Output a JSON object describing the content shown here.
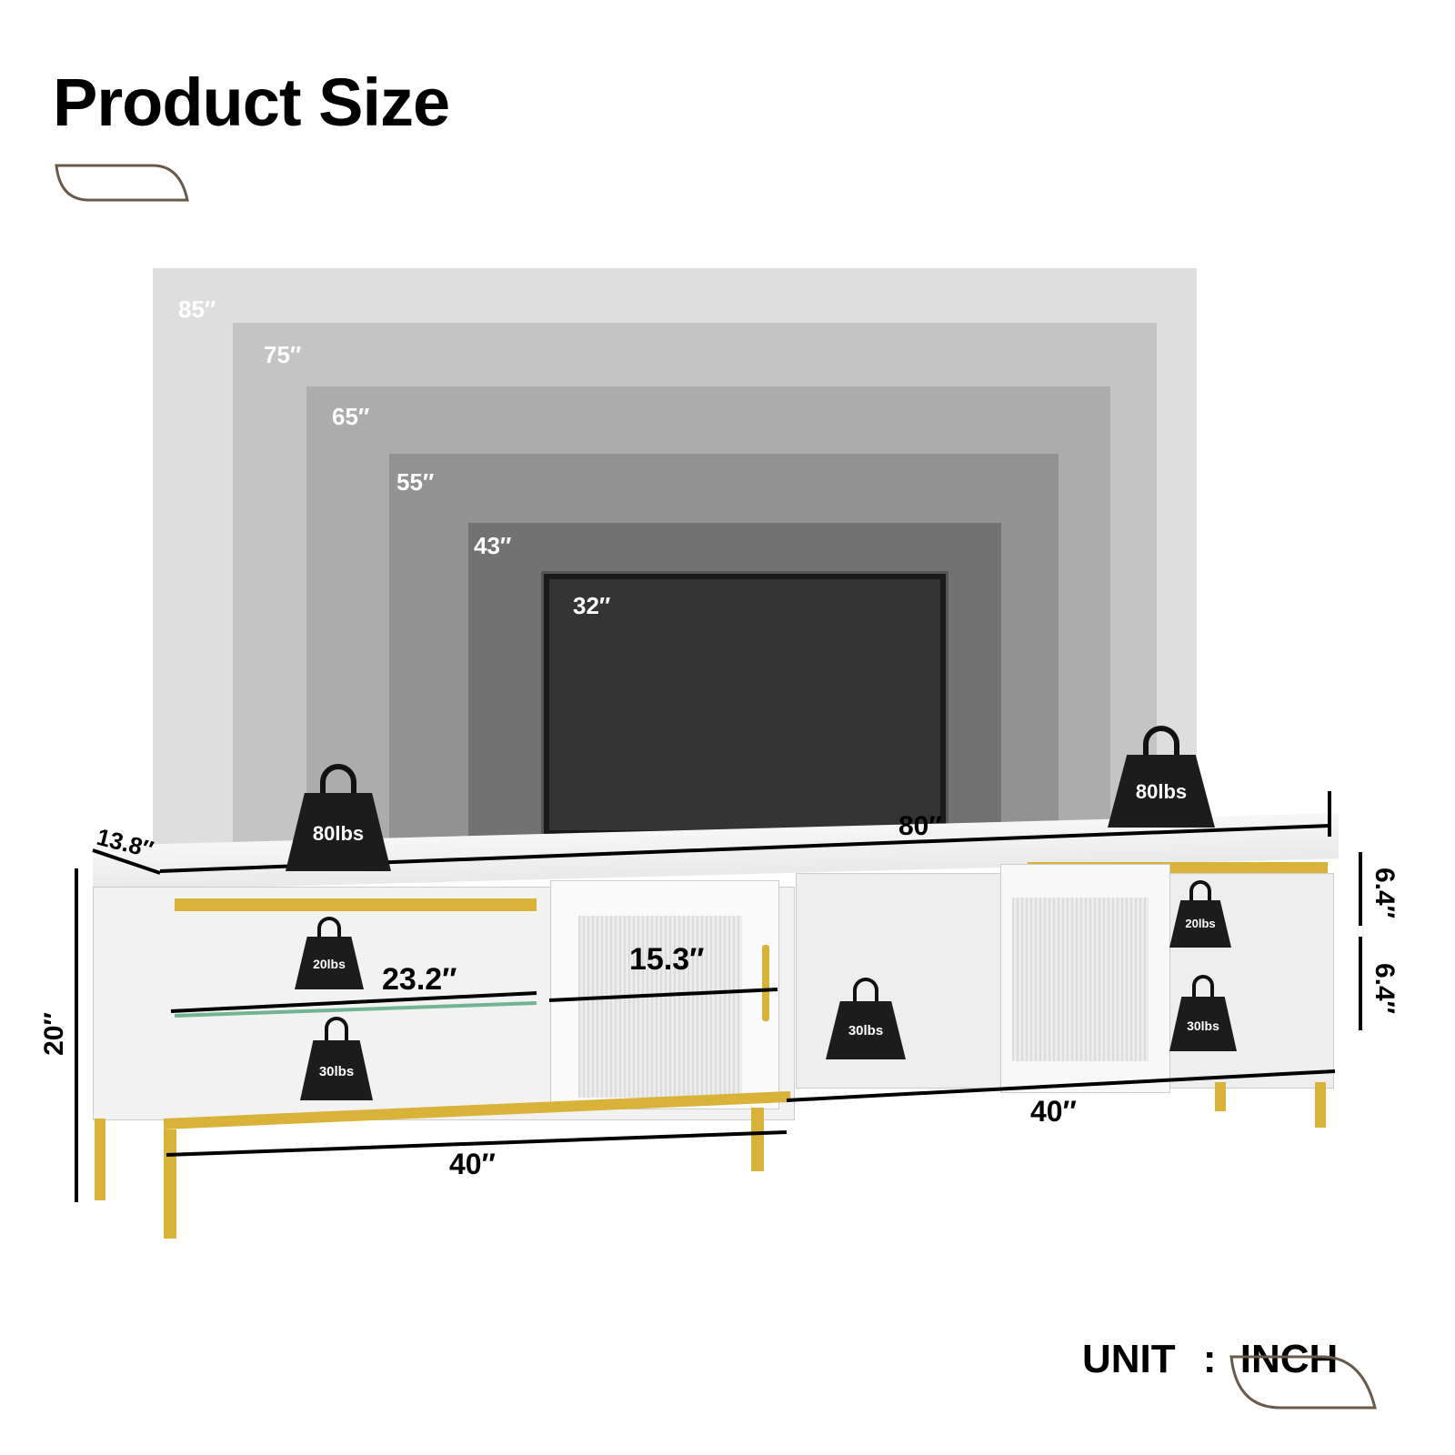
{
  "header": {
    "title": "Product Size"
  },
  "tv_sizes": [
    {
      "label": "85″",
      "color": "#dedede"
    },
    {
      "label": "75″",
      "color": "#c4c4c4"
    },
    {
      "label": "65″",
      "color": "#acacac"
    },
    {
      "label": "55″",
      "color": "#929292"
    },
    {
      "label": "43″",
      "color": "#727272"
    },
    {
      "label": "32″",
      "color": "#343434"
    }
  ],
  "dimensions": {
    "depth": "13.8″",
    "total_width": "80″",
    "height": "20″",
    "left_section_width": "40″",
    "right_section_width": "40″",
    "open_shelf_width": "23.2″",
    "door_width": "15.3″",
    "upper_shelf_height": "6.4″",
    "lower_shelf_height": "6.4″"
  },
  "weights": {
    "top_left": "80lbs",
    "top_right": "80lbs",
    "left_glass_shelf": "20lbs",
    "left_bottom_shelf": "30lbs",
    "center_cabinet": "30lbs",
    "right_glass_shelf": "20lbs",
    "right_bottom_shelf": "30lbs"
  },
  "unit": {
    "label": "UNIT",
    "separator": ":",
    "value": "INCH"
  },
  "colors": {
    "accent_outline": "#6b5a4a",
    "gold": "#d9b23a",
    "cabinet": "#f4f4f4"
  }
}
